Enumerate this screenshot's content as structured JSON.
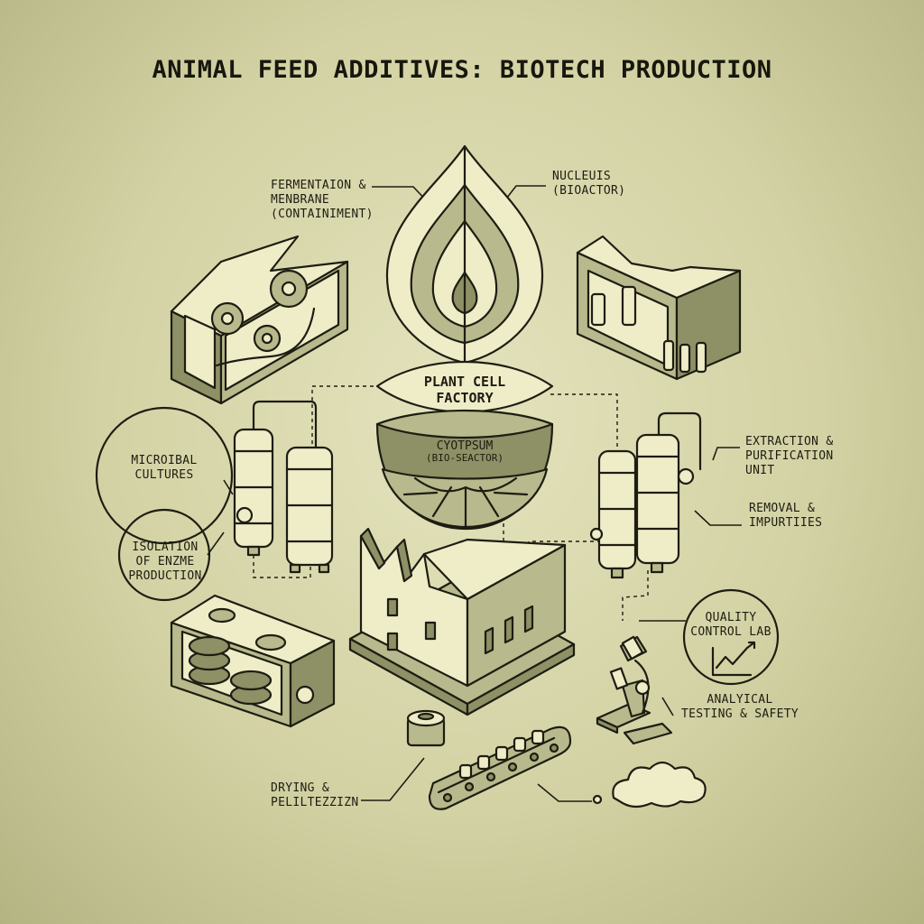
{
  "title": "ANIMAL FEED ADDITIVES: BIOTECH PRODUCTION",
  "center": {
    "factory_line1": "PLANT CELL",
    "factory_line2": "FACTORY",
    "cytoplasm_line1": "CYOTPSUM",
    "cytoplasm_line2": "(BIO-SEACTOR)"
  },
  "labels": {
    "fermentation": "FERMENTAION &\nMENBRANE\n(CONTAINIMENT)",
    "nucleus": "NUCLEUIS\n(BIOACTOR)",
    "microbial": "MICROIBAL\nCULTURES",
    "isolation": "ISOLATION\nOF ENZME\nPRODUCTION",
    "extraction": "EXTRACTION &\nPURIFICATION\nUNIT",
    "removal": "REMOVAL &\nIMPURTIIES",
    "quality": "QUALITY\nCONTROL LAB",
    "analytical": "ANALYICAL\nTESTING & SAFETY",
    "drying": "DRYING &\nPELILTEZZIZN"
  },
  "colors": {
    "background": "#d3d2a4",
    "ink": "#1d1d12",
    "light_fill": "#efecc8",
    "mid_fill": "#b8b98c",
    "dark_fill": "#8e9065"
  }
}
